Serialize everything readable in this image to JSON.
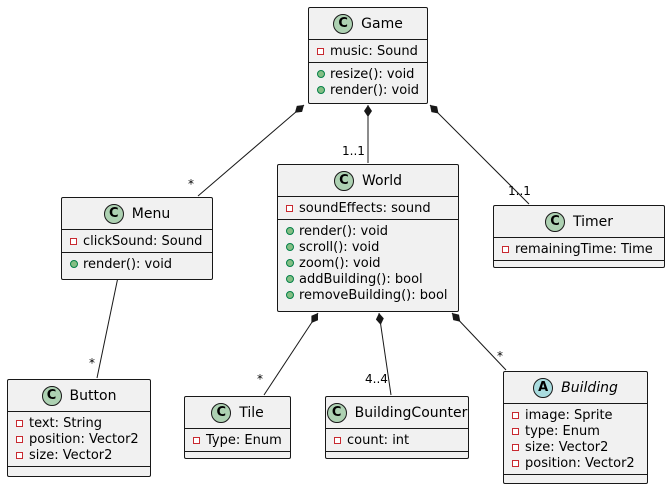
{
  "classes": {
    "game": {
      "name": "Game",
      "kind": "C",
      "attributes": [
        {
          "vis": "-",
          "text": "music: Sound"
        }
      ],
      "methods": [
        {
          "vis": "+",
          "text": "resize(): void"
        },
        {
          "vis": "+",
          "text": "render(): void"
        }
      ]
    },
    "menu": {
      "name": "Menu",
      "kind": "C",
      "attributes": [
        {
          "vis": "-",
          "text": "clickSound: Sound"
        }
      ],
      "methods": [
        {
          "vis": "+",
          "text": "render(): void"
        }
      ]
    },
    "world": {
      "name": "World",
      "kind": "C",
      "attributes": [
        {
          "vis": "-",
          "text": "soundEffects: sound"
        }
      ],
      "methods": [
        {
          "vis": "+",
          "text": "render(): void"
        },
        {
          "vis": "+",
          "text": "scroll(): void"
        },
        {
          "vis": "+",
          "text": "zoom(): void"
        },
        {
          "vis": "+",
          "text": "addBuilding(): bool"
        },
        {
          "vis": "+",
          "text": "removeBuilding(): bool"
        }
      ]
    },
    "timer": {
      "name": "Timer",
      "kind": "C",
      "attributes": [
        {
          "vis": "-",
          "text": "remainingTime: Time"
        }
      ],
      "methods": []
    },
    "button": {
      "name": "Button",
      "kind": "C",
      "attributes": [
        {
          "vis": "-",
          "text": "text: String"
        },
        {
          "vis": "-",
          "text": "position: Vector2"
        },
        {
          "vis": "-",
          "text": "size: Vector2"
        }
      ],
      "methods": []
    },
    "tile": {
      "name": "Tile",
      "kind": "C",
      "attributes": [
        {
          "vis": "-",
          "text": "Type: Enum"
        }
      ],
      "methods": []
    },
    "buildingcounter": {
      "name": "BuildingCounter",
      "kind": "C",
      "attributes": [
        {
          "vis": "-",
          "text": "count: int"
        }
      ],
      "methods": []
    },
    "building": {
      "name": "Building",
      "kind": "A",
      "abstract": true,
      "attributes": [
        {
          "vis": "-",
          "text": "image: Sprite"
        },
        {
          "vis": "-",
          "text": "type: Enum"
        },
        {
          "vis": "-",
          "text": "size: Vector2"
        },
        {
          "vis": "-",
          "text": "position: Vector2"
        }
      ],
      "methods": []
    }
  },
  "relations": [
    {
      "from": "game",
      "to": "menu",
      "type": "composition",
      "multiplicity": "*"
    },
    {
      "from": "game",
      "to": "world",
      "type": "composition",
      "multiplicity": "1..1"
    },
    {
      "from": "game",
      "to": "timer",
      "type": "composition",
      "multiplicity": "1..1"
    },
    {
      "from": "menu",
      "to": "button",
      "type": "composition",
      "multiplicity": "*"
    },
    {
      "from": "world",
      "to": "tile",
      "type": "composition",
      "multiplicity": "*"
    },
    {
      "from": "world",
      "to": "buildingcounter",
      "type": "composition",
      "multiplicity": "4..4"
    },
    {
      "from": "world",
      "to": "building",
      "type": "composition",
      "multiplicity": "*"
    }
  ],
  "colors": {
    "box_fill": "#F1F1F1",
    "border": "#181818",
    "class_badge": "#ADD1B2",
    "abstract_badge": "#A9DCDF",
    "private_marker": "#C82930",
    "public_marker": "#84BE84"
  }
}
